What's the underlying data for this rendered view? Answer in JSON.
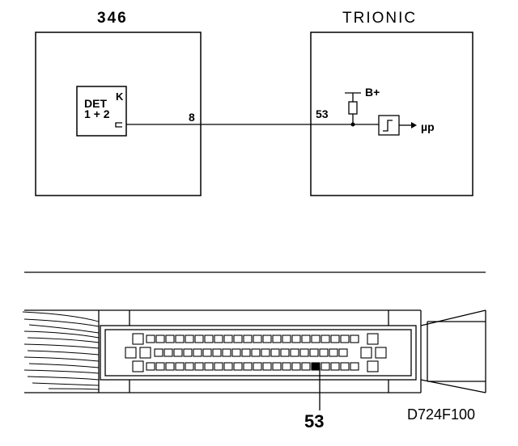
{
  "labels": {
    "left_box_title": "346",
    "right_box_title": "TRIONIC",
    "det_line1": "DET",
    "det_line2": "1 + 2",
    "det_k": "K",
    "pin_left": "8",
    "pin_right": "53",
    "supply": "B+",
    "output": "µp",
    "connector_pin": "53",
    "figure_code": "D724F100"
  },
  "connector": {
    "rows": 3,
    "highlighted_pin": "53"
  }
}
